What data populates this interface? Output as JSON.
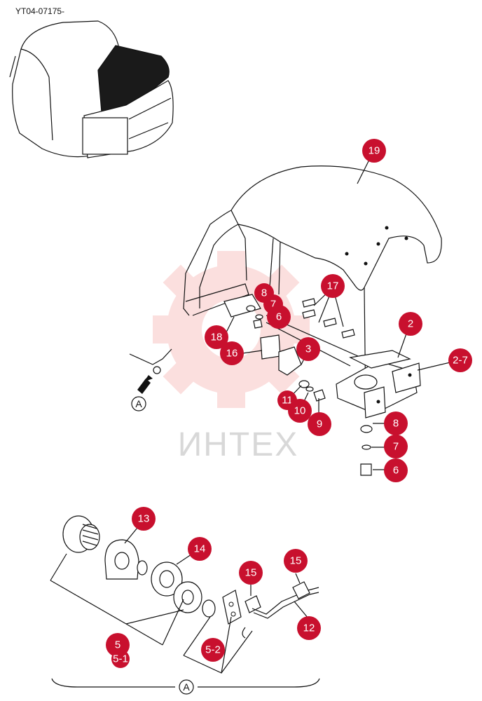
{
  "drawing_code": "YT04-07175-",
  "watermark": "ИНТЕХ",
  "detail_letter": "A",
  "colors": {
    "callout": "#c8102e",
    "watermark": "#e8403a"
  },
  "callouts": [
    {
      "id": "c19",
      "label": "19"
    },
    {
      "id": "c17",
      "label": "17"
    },
    {
      "id": "c8a",
      "label": "8"
    },
    {
      "id": "c7a",
      "label": "7"
    },
    {
      "id": "c6a",
      "label": "6"
    },
    {
      "id": "c2",
      "label": "2"
    },
    {
      "id": "c27",
      "label": "2-7"
    },
    {
      "id": "c18",
      "label": "18"
    },
    {
      "id": "c16",
      "label": "16"
    },
    {
      "id": "c3",
      "label": "3"
    },
    {
      "id": "c11",
      "label": "11"
    },
    {
      "id": "c10",
      "label": "10"
    },
    {
      "id": "c9",
      "label": "9"
    },
    {
      "id": "c8b",
      "label": "8"
    },
    {
      "id": "c7b",
      "label": "7"
    },
    {
      "id": "c6b",
      "label": "6"
    },
    {
      "id": "c13",
      "label": "13"
    },
    {
      "id": "c14",
      "label": "14"
    },
    {
      "id": "c15a",
      "label": "15"
    },
    {
      "id": "c15b",
      "label": "15"
    },
    {
      "id": "c12",
      "label": "12"
    },
    {
      "id": "c5",
      "label": "5"
    },
    {
      "id": "c51",
      "label": "5-1"
    },
    {
      "id": "c52",
      "label": "5-2"
    }
  ]
}
